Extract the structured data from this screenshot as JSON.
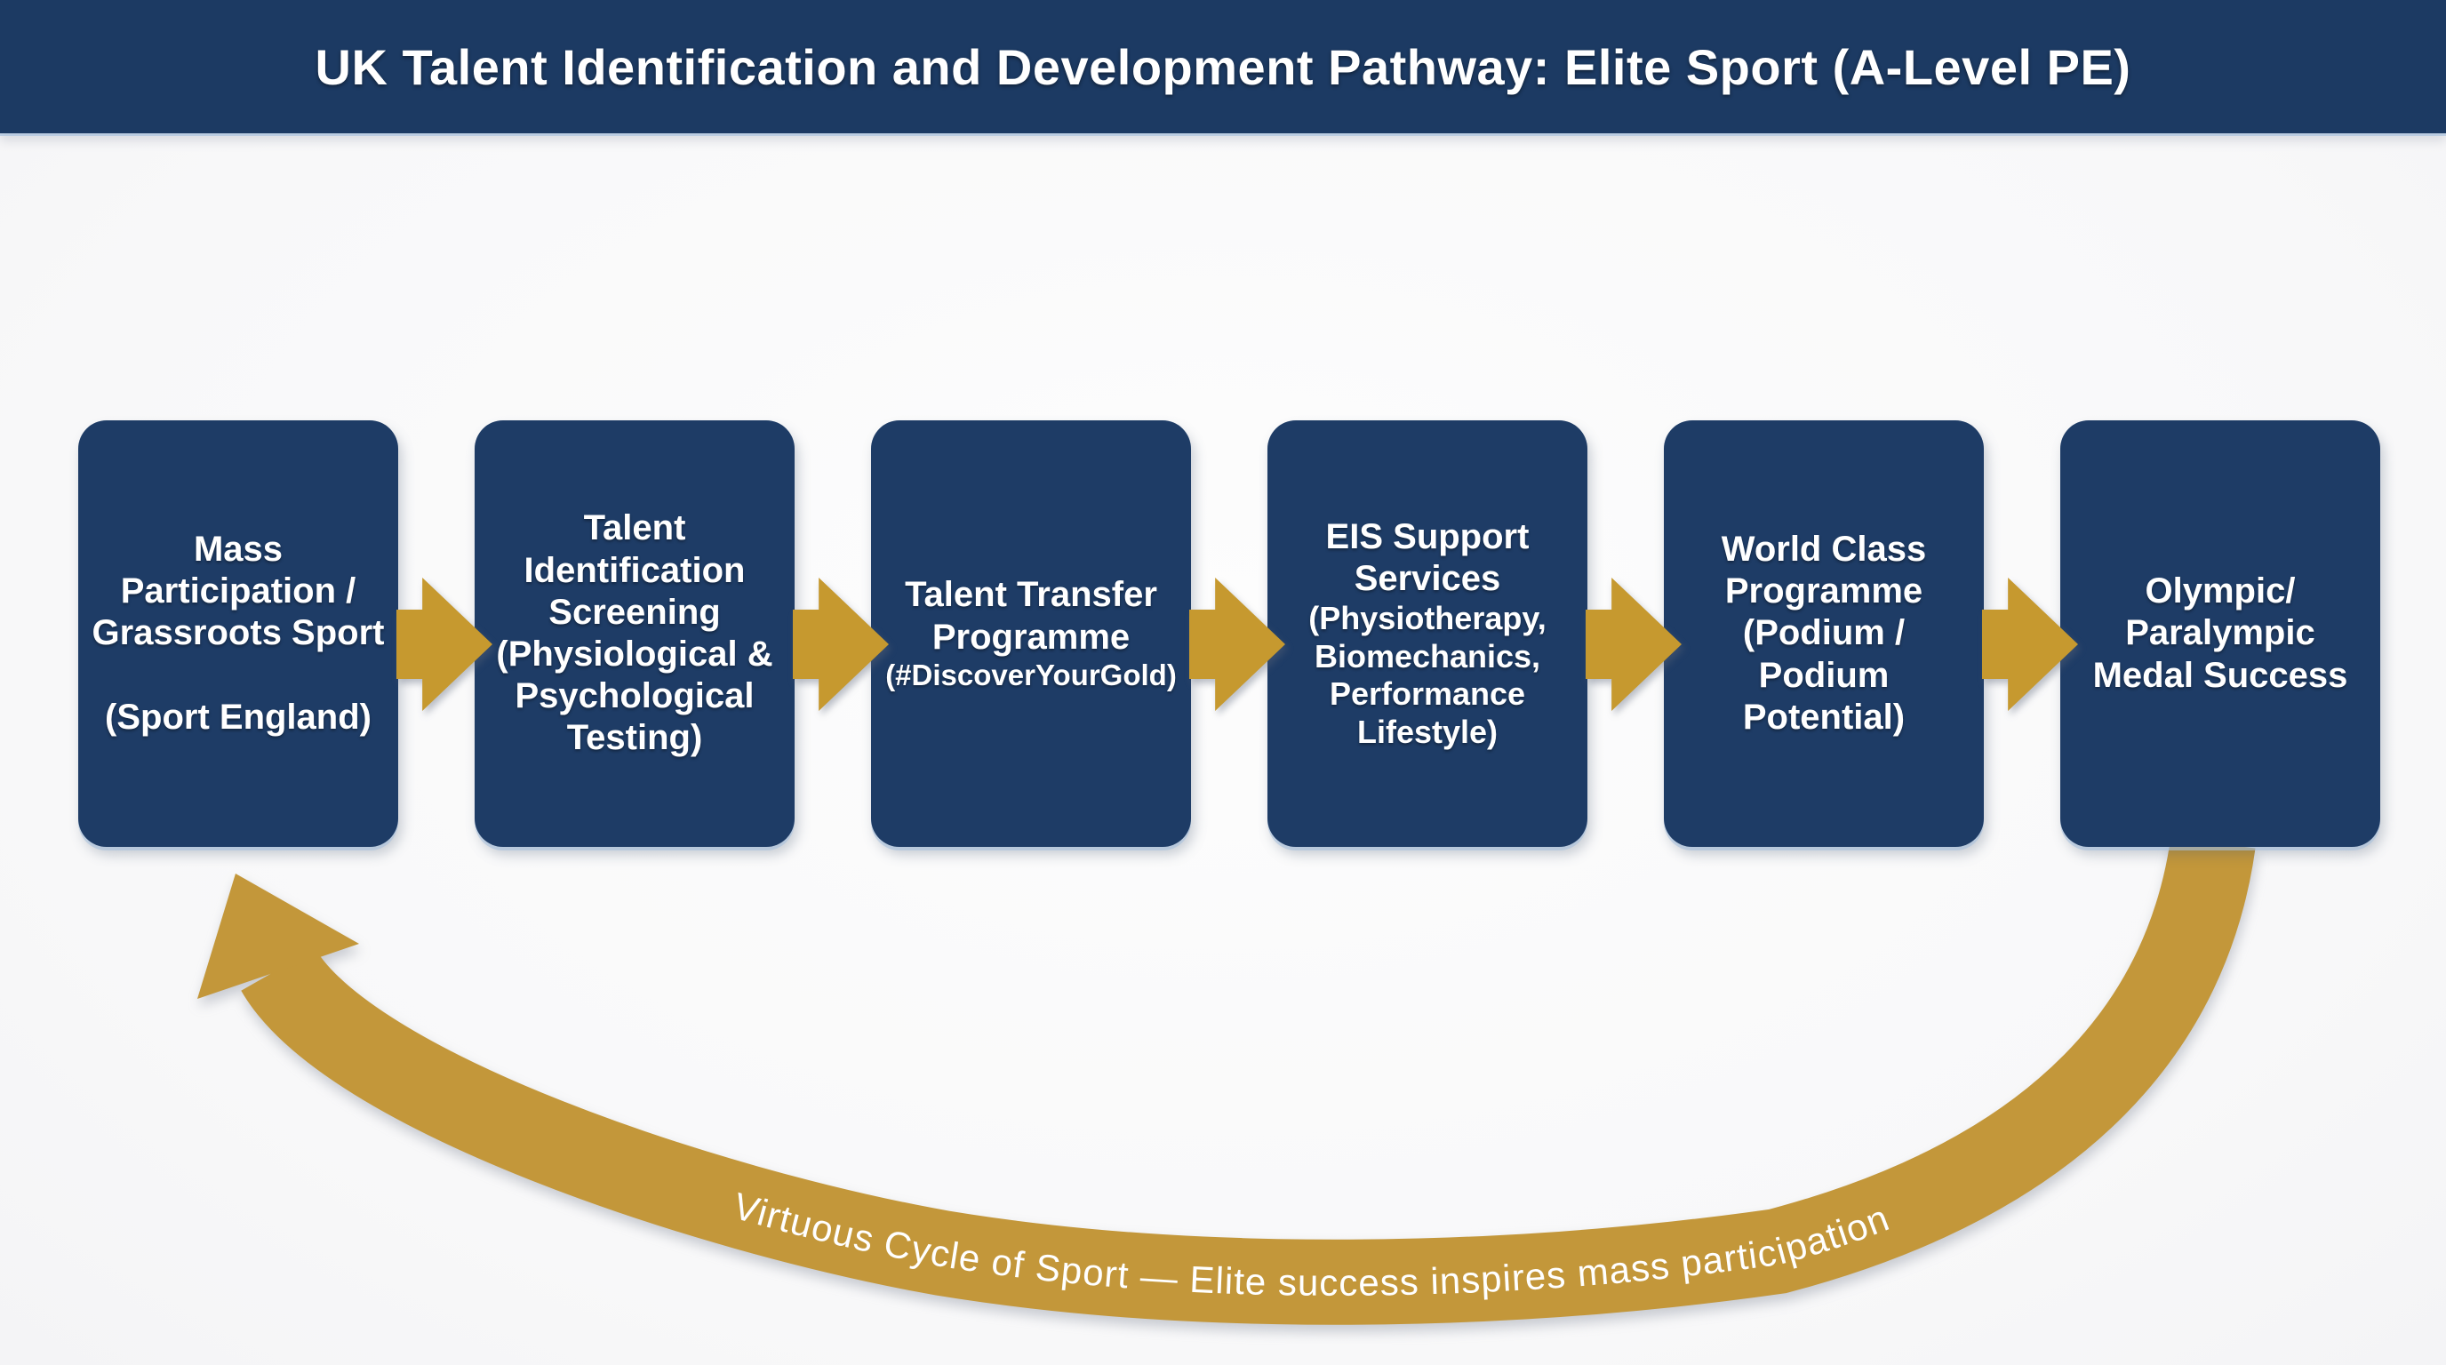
{
  "header": {
    "title": "UK Talent Identification and Development Pathway: Elite Sport (A-Level PE)"
  },
  "stages": [
    {
      "title": "Mass\nParticipation /\nGrassroots Sport",
      "subtitle": "(Sport England)"
    },
    {
      "title": "Talent\nIdentification\nScreening",
      "subtitle": "(Physiological &\nPsychological\nTesting)"
    },
    {
      "title": "Talent Transfer\nProgramme",
      "subtitle": "(#DiscoverYourGold)"
    },
    {
      "title": "EIS Support\nServices",
      "subtitle": "(Physiotherapy,\nBiomechanics,\nPerformance\nLifestyle)"
    },
    {
      "title": "World Class\nProgramme",
      "subtitle": "(Podium /\nPodium\nPotential)"
    },
    {
      "title": "Olympic/\nParalympic\nMedal Success",
      "subtitle": ""
    }
  ],
  "cycle_arrow": {
    "label": "Virtuous Cycle of Sport — Elite success inspires mass participation"
  },
  "colors": {
    "header_navy": "#1c3a63",
    "box_navy": "#1e3c66",
    "gold": "#c3973a",
    "arrow_gold": "#c6992f",
    "text_white": "#ffffff",
    "background": "#f9f9fa"
  }
}
